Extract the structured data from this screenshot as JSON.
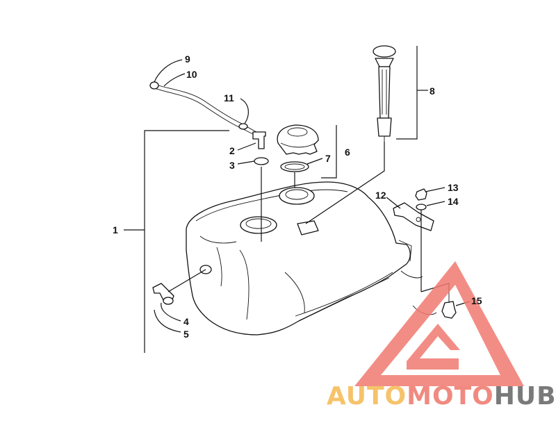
{
  "callouts": {
    "c1": "1",
    "c2": "2",
    "c3": "3",
    "c4": "4",
    "c5": "5",
    "c6": "6",
    "c7": "7",
    "c8": "8",
    "c9": "9",
    "c10": "10",
    "c11": "11",
    "c12": "12",
    "c13": "13",
    "c14": "14",
    "c15": "15"
  },
  "watermark": {
    "part1": "AUTO",
    "part2": "MOTO",
    "part3": "HUB",
    "color1": "#f6c36a",
    "color2": "#f08a80",
    "color3": "#7a7a7a",
    "triangle_color": "#f07a70"
  }
}
